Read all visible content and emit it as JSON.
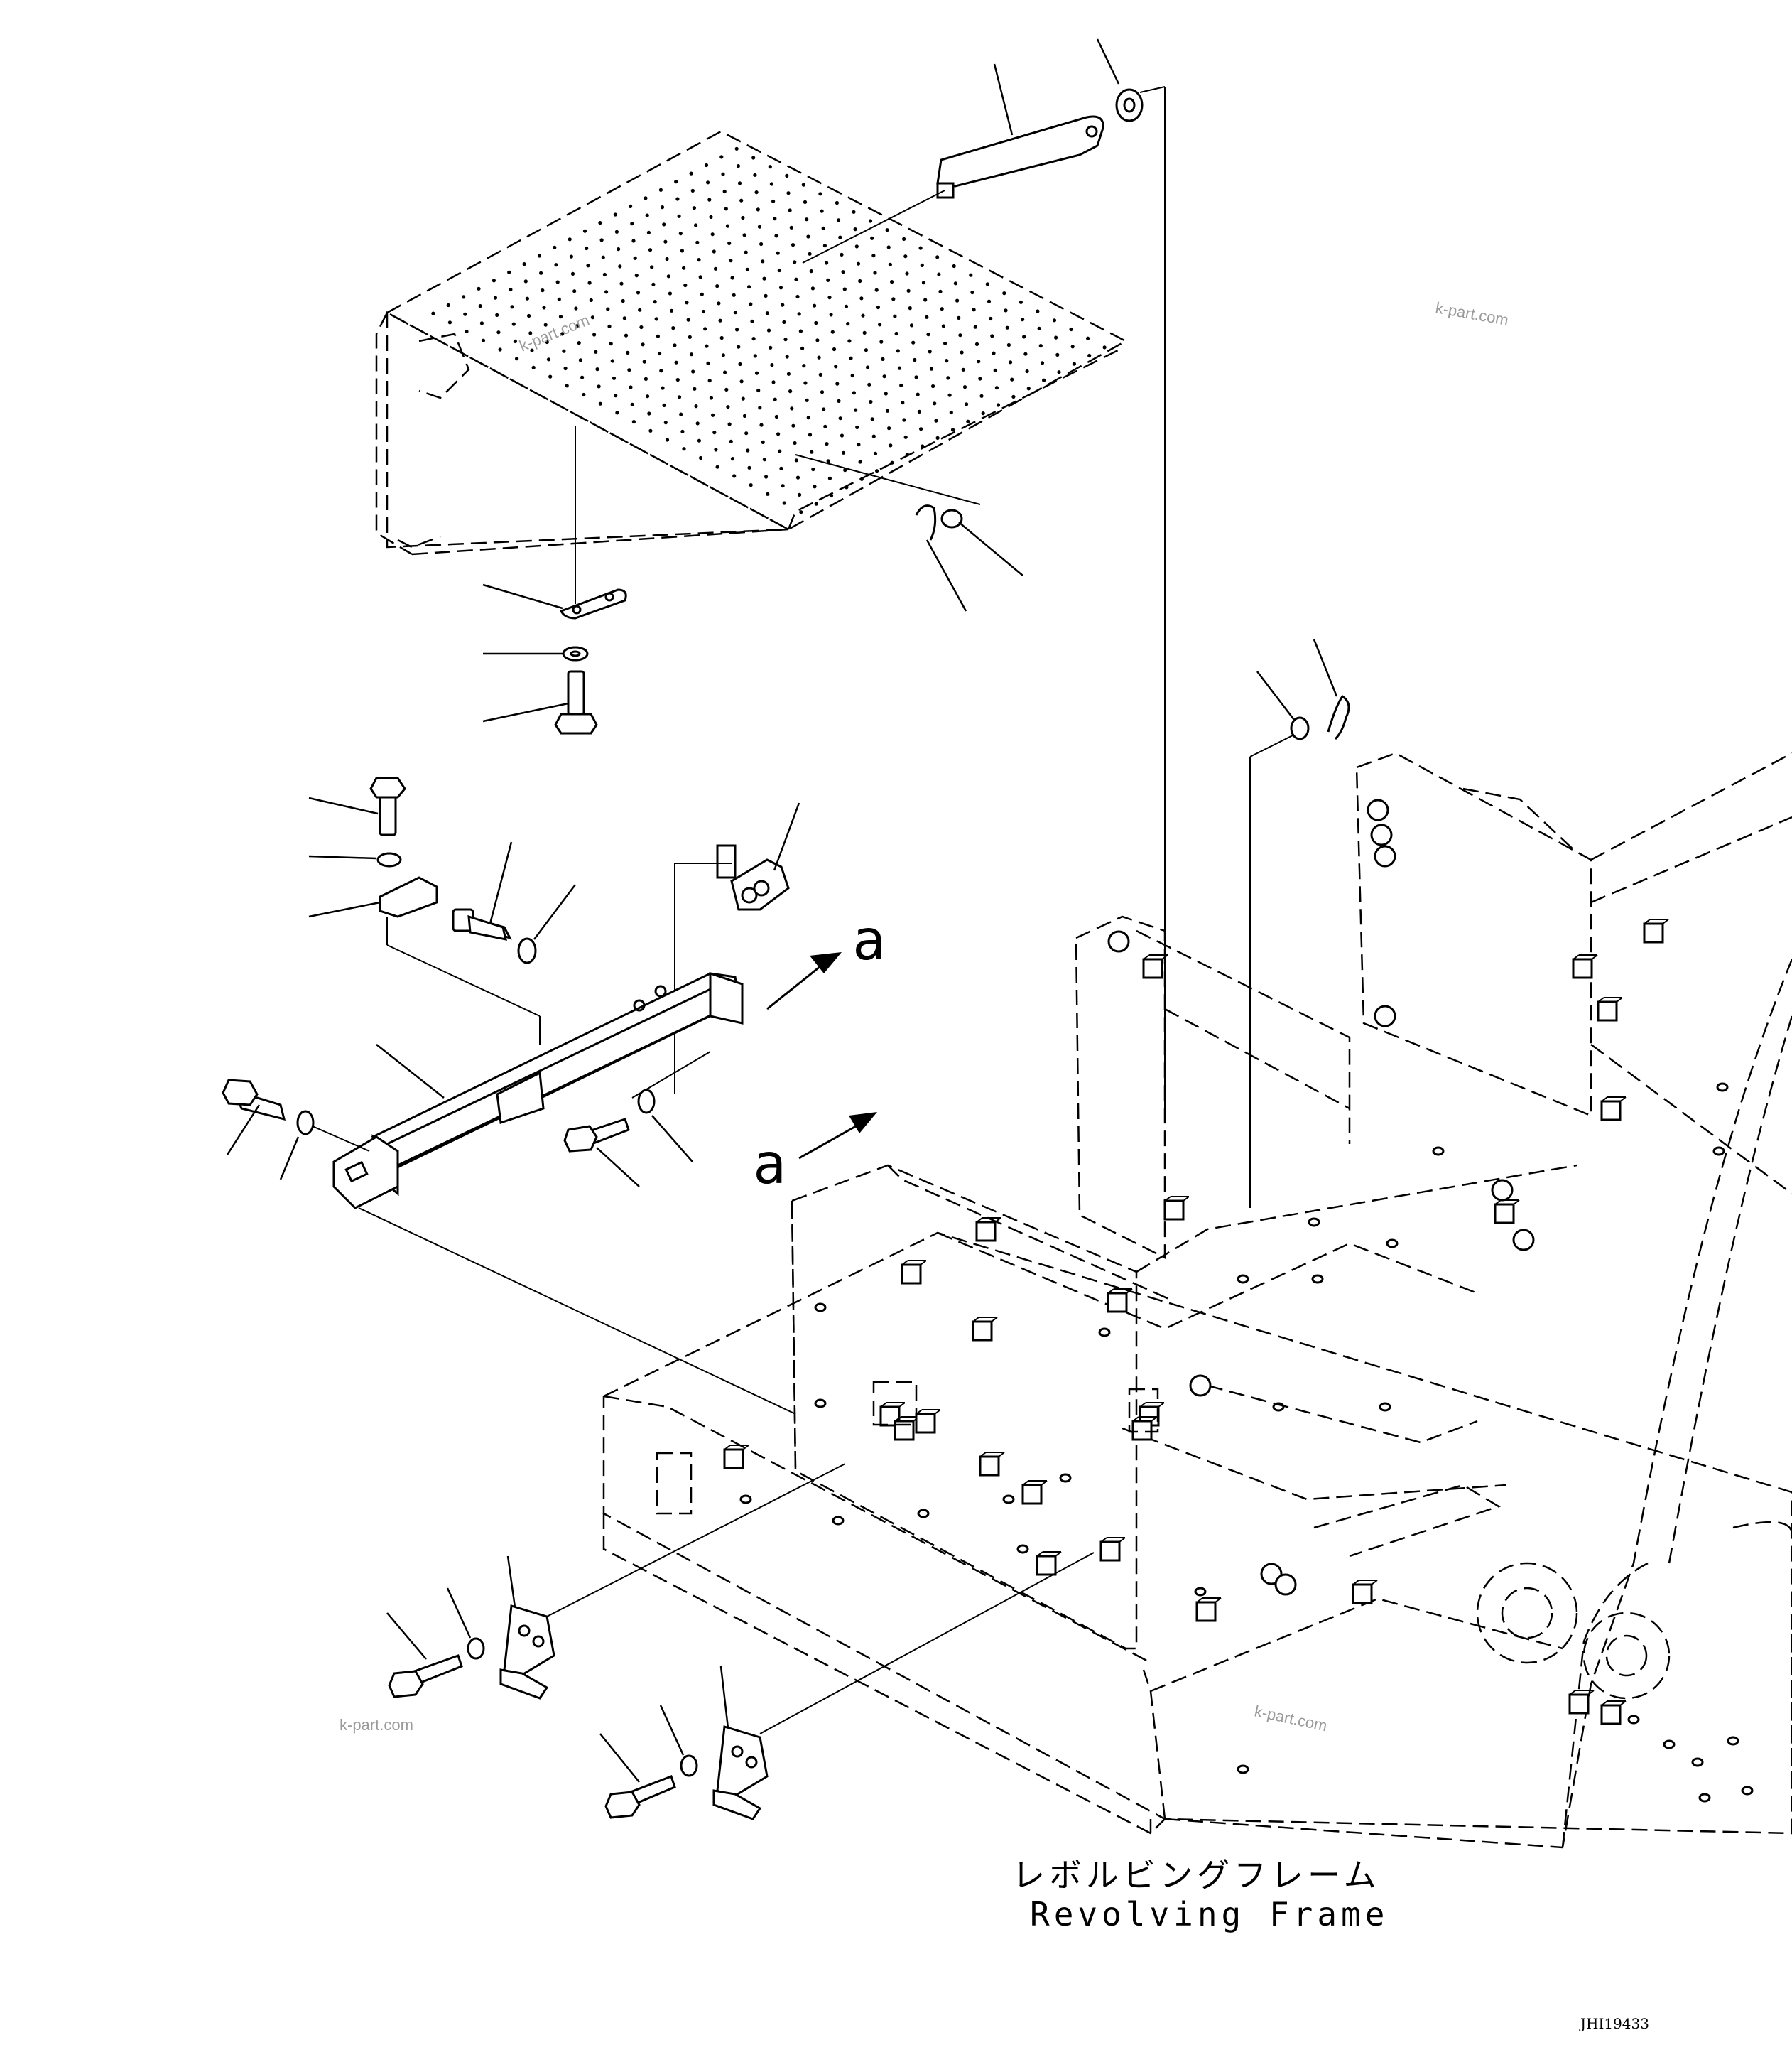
{
  "view_marker": "a",
  "caption": {
    "japanese": "レボルビングフレーム",
    "english": "Revolving Frame"
  },
  "watermark": "k-part.com",
  "drawing_code": "JHI19433"
}
